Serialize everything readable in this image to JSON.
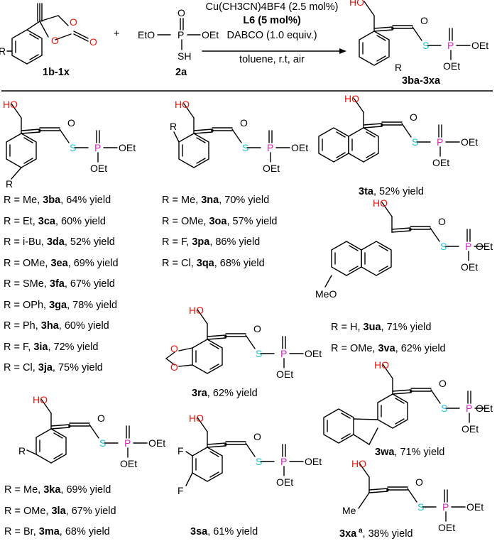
{
  "scheme": {
    "reactant1_label": "1b-1x",
    "reactant2_label": "2a",
    "product_label": "3ba-3xa",
    "plus": "+",
    "conditions": {
      "catalyst": "Cu(CH3CN)4BF4 (2.5 mol%)",
      "ligand": "L6 (5 mol%)",
      "base": "DABCO (1.0 equiv.)",
      "solvent": "toluene, r.t, air"
    },
    "atoms": {
      "O": "O",
      "S": "S",
      "P": "P",
      "R": "R",
      "HO": "HO",
      "OEt": "OEt",
      "EtO": "EtO",
      "SH": "SH",
      "F": "F",
      "Me": "Me",
      "MeO": "MeO"
    }
  },
  "groups": {
    "para": [
      {
        "r": "R = Me, ",
        "code": "3ba",
        "yield": ", 64% yield"
      },
      {
        "r": "R = Et, ",
        "code": "3ca",
        "yield": ", 60% yield"
      },
      {
        "r": "R = i-Bu, ",
        "code": "3da",
        "yield": ", 52% yield"
      },
      {
        "r": "R = OMe, ",
        "code": "3ea",
        "yield": ", 69% yield"
      },
      {
        "r": "R = SMe, ",
        "code": "3fa",
        "yield": ", 67% yield"
      },
      {
        "r": "R = OPh, ",
        "code": "3ga",
        "yield": ", 78% yield"
      },
      {
        "r": "R = Ph, ",
        "code": "3ha",
        "yield": ", 60% yield"
      },
      {
        "r": "R = F, ",
        "code": "3ia",
        "yield": ", 72% yield"
      },
      {
        "r": "R = Cl, ",
        "code": "3ja",
        "yield": ", 75% yield"
      }
    ],
    "ortho": [
      {
        "r": "R = Me, ",
        "code": "3na",
        "yield": ", 70% yield"
      },
      {
        "r": "R = OMe, ",
        "code": "3oa",
        "yield": ", 57% yield"
      },
      {
        "r": "R = F, ",
        "code": "3pa",
        "yield": ", 86% yield"
      },
      {
        "r": "R = Cl, ",
        "code": "3qa",
        "yield": ", 68% yield"
      }
    ],
    "meta": [
      {
        "r": "R = Me, ",
        "code": "3ka",
        "yield": ", 69% yield"
      },
      {
        "r": "R = OMe, ",
        "code": "3la",
        "yield": ", 67% yield"
      },
      {
        "r": "R = Br, ",
        "code": "3ma",
        "yield": ", 68% yield"
      }
    ],
    "naph6": [
      {
        "r": "R = H, ",
        "code": "3ua",
        "yield": ", 71% yield"
      },
      {
        "r": "R = OMe, ",
        "code": "3va",
        "yield": ", 62% yield"
      }
    ]
  },
  "singles": {
    "ta": {
      "code": "3ta",
      "yield": ", 52% yield"
    },
    "ra": {
      "code": "3ra",
      "yield": ", 62% yield"
    },
    "sa": {
      "code": "3sa",
      "yield": ", 61% yield"
    },
    "wa": {
      "code": "3wa",
      "yield": ", 71% yield"
    },
    "xa": {
      "code": "3xa",
      "note": " a",
      "yield": ", 38% yield"
    }
  }
}
